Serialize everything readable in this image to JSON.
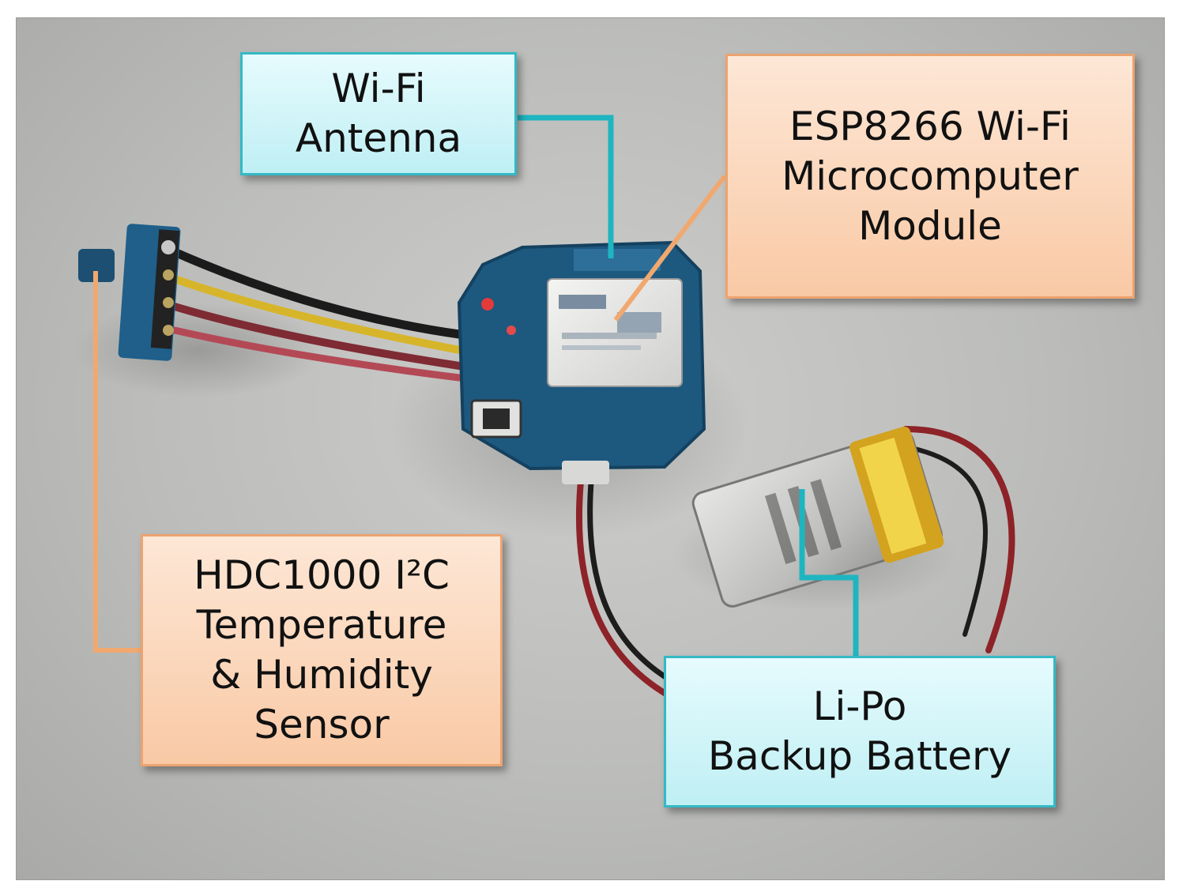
{
  "callouts": {
    "wifi_antenna": {
      "line1": "Wi-Fi",
      "line2": "Antenna"
    },
    "esp8266": {
      "line1": "ESP8266 Wi-Fi",
      "line2": "Microcomputer",
      "line3": "Module"
    },
    "hdc1000": {
      "line1": "HDC1000 I²C",
      "line2": "Temperature",
      "line3": "& Humidity",
      "line4": "Sensor"
    },
    "lipo": {
      "line1": "Li-Po",
      "line2": "Backup Battery"
    }
  },
  "colors": {
    "cyan_fill": "#c9f2f6",
    "cyan_border": "#34b9c5",
    "orange_fill": "#fad2b3",
    "orange_border": "#eca370",
    "leader_cyan": "#1fb5c0",
    "leader_orange": "#f1a86f"
  }
}
